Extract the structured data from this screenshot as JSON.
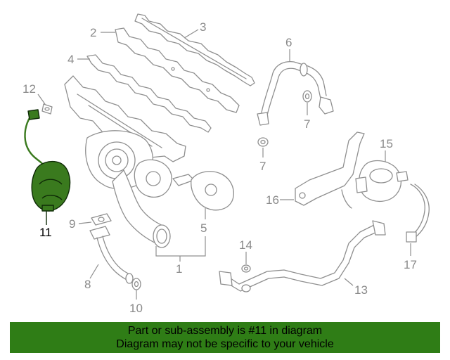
{
  "diagram": {
    "highlight_color": "#3a7a1e",
    "callouts": {
      "c1": "1",
      "c2": "2",
      "c3": "3",
      "c4": "4",
      "c5": "5",
      "c6": "6",
      "c7a": "7",
      "c7b": "7",
      "c8": "8",
      "c9": "9",
      "c10": "10",
      "c11": "11",
      "c12": "12",
      "c13": "13",
      "c14": "14",
      "c15": "15",
      "c16": "16",
      "c17": "17"
    }
  },
  "banner": {
    "line1": "Part or sub-assembly is #11 in diagram",
    "line2": "Diagram may not be specific to your vehicle",
    "background": "#2f7d16"
  }
}
